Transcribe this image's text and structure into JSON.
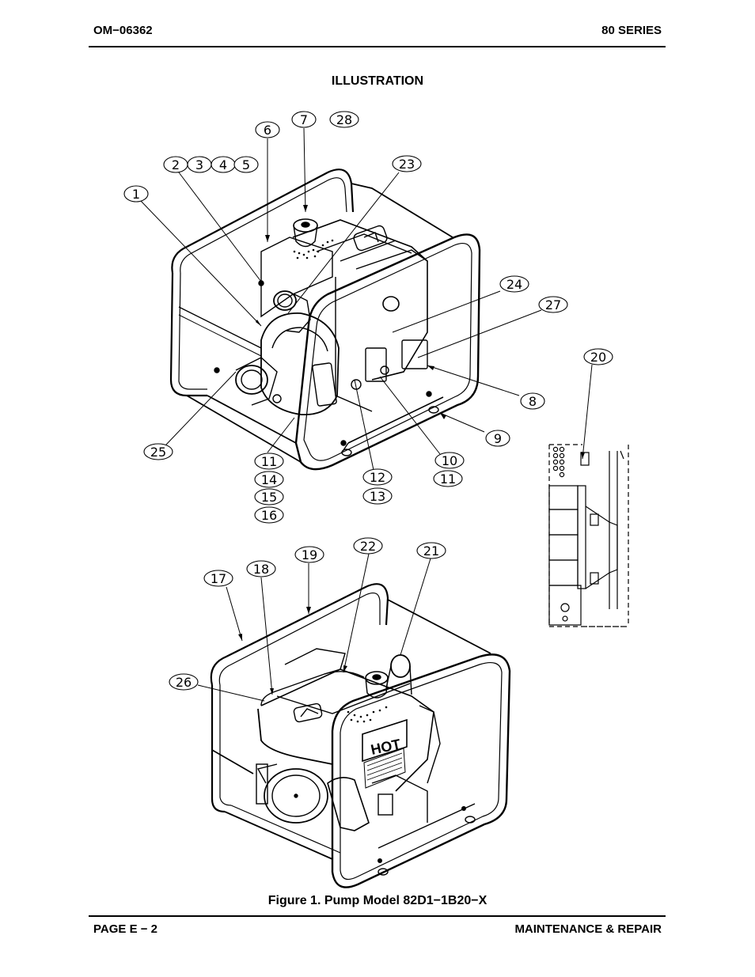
{
  "header": {
    "left": "OM−06362",
    "right": "80 SERIES"
  },
  "section_title": "ILLUSTRATION",
  "figure_caption": "Figure 1.  Pump Model 82D1−1B20−X",
  "footer": {
    "left": "PAGE E − 2",
    "right": "MAINTENANCE & REPAIR"
  },
  "callouts": [
    "1",
    "2",
    "3",
    "4",
    "5",
    "6",
    "7",
    "28",
    "23",
    "24",
    "27",
    "8",
    "9",
    "10",
    "11",
    "12",
    "13",
    "14",
    "15",
    "16",
    "25",
    "20",
    "17",
    "18",
    "19",
    "22",
    "21",
    "26"
  ],
  "logo_text": "HOT"
}
